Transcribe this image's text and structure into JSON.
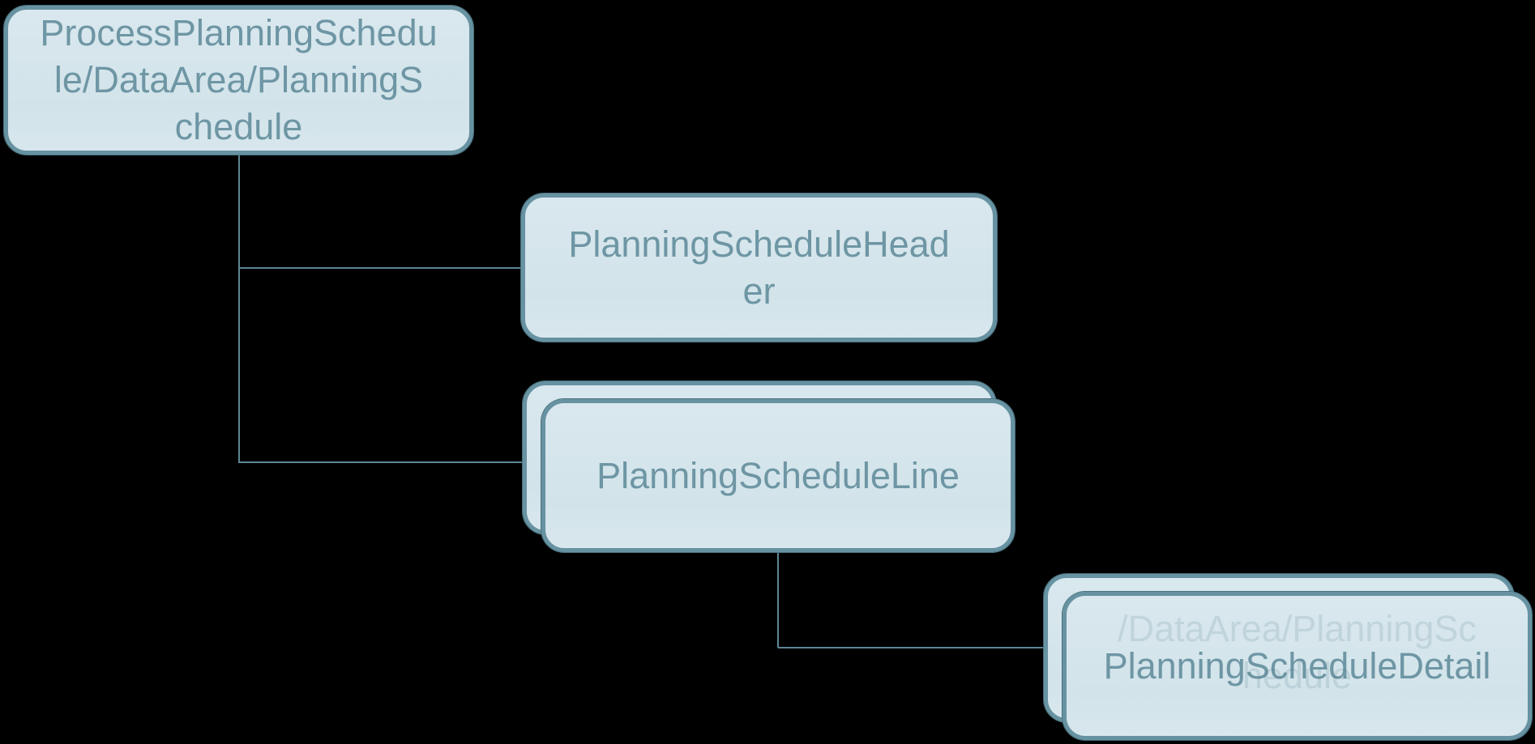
{
  "diagram": {
    "background_color": "#000000",
    "node_fill_color": "#d5e4ec",
    "node_border_color": "#6792a1",
    "node_text_color": "#6e96a4",
    "connector_color": "#5d8693",
    "nodes": [
      {
        "id": "root",
        "label": "ProcessPlanningSchedule/DataArea/PlanningSchedule",
        "lines": [
          "ProcessPlanningSchedu",
          "le/DataArea/PlanningS",
          "chedule"
        ],
        "stacked": false
      },
      {
        "id": "header",
        "label": "PlanningScheduleHeader",
        "lines": [
          "PlanningScheduleHead",
          "er"
        ],
        "stacked": false
      },
      {
        "id": "line",
        "label": "PlanningScheduleLine",
        "lines": [
          "PlanningScheduleLine"
        ],
        "stacked": true
      },
      {
        "id": "detail",
        "label": "PlanningScheduleDetail",
        "lines": [
          "PlanningScheduleDetail"
        ],
        "stacked": true,
        "ghost_lines": [
          "/DataArea/PlanningSc",
          "hedule"
        ]
      }
    ],
    "edges": [
      {
        "from": "root",
        "to": "header"
      },
      {
        "from": "root",
        "to": "line"
      },
      {
        "from": "line",
        "to": "detail"
      }
    ]
  }
}
